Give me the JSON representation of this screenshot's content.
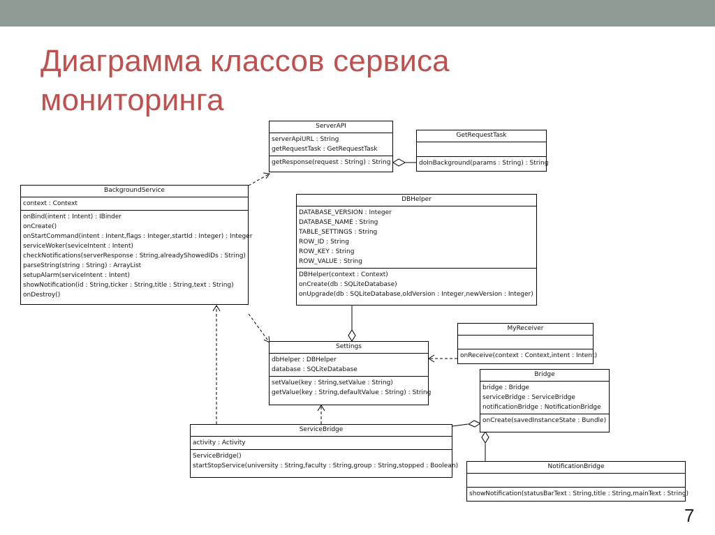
{
  "slide": {
    "title_line1": "Диаграмма классов сервиса",
    "title_line2": "мониторинга",
    "page_number": "7"
  },
  "classes": {
    "serverapi": {
      "name": "ServerAPI",
      "attributes": [
        "serverApiURL : String",
        "getRequestTask : GetRequestTask"
      ],
      "operations": [
        "getResponse(request : String) : String"
      ]
    },
    "getrequesttask": {
      "name": "GetRequestTask",
      "attributes": [],
      "operations": [
        "doInBackground(params : String) : String"
      ]
    },
    "backgroundservice": {
      "name": "BackgroundService",
      "attributes": [
        "context : Context"
      ],
      "operations": [
        "onBind(intent : Intent) : IBinder",
        "onCreate()",
        "onStartCommand(intent : Intent,flags : Integer,startId : Integer) : Integer",
        "serviceWoker(seviceIntent : Intent)",
        "checkNotifications(serverResponse : String,alreadyShowedIDs : String)",
        "parseString(string : String) : ArrayList",
        "setupAlarm(serviceIntent : Intent)",
        "showNotification(id : String,ticker : String,title : String,text : String)",
        "onDestroy()"
      ]
    },
    "dbhelper": {
      "name": "DBHelper",
      "attributes": [
        "DATABASE_VERSION : Integer",
        "DATABASE_NAME : String",
        "TABLE_SETTINGS : String",
        "ROW_ID : String",
        "ROW_KEY : String",
        "ROW_VALUE : String"
      ],
      "operations": [
        "DBHelper(context : Context)",
        "onCreate(db : SQLiteDatabase)",
        "onUpgrade(db : SQLiteDatabase,oldVersion : Integer,newVersion : Integer)"
      ]
    },
    "myreceiver": {
      "name": "MyReceiver",
      "attributes": [],
      "operations": [
        "onReceive(context : Context,intent : Intent)"
      ]
    },
    "settings": {
      "name": "Settings",
      "attributes": [
        "dbHelper : DBHelper",
        "database : SQLiteDatabase"
      ],
      "operations": [
        "setValue(key : String,setValue : String)",
        "getValue(key : String,defaultValue : String) : String"
      ]
    },
    "bridge": {
      "name": "Bridge",
      "attributes": [
        "bridge : Bridge",
        "serviceBridge : ServiceBridge",
        "notificationBridge : NotificationBridge"
      ],
      "operations": [
        "onCreate(savedInstanceState : Bundle)"
      ]
    },
    "servicebridge": {
      "name": "ServiceBridge",
      "attributes": [
        "activity : Activity"
      ],
      "operations": [
        "ServiceBridge()",
        "startStopService(university : String,faculty : String,group : String,stopped : Boolean)"
      ]
    },
    "notificationbridge": {
      "name": "NotificationBridge",
      "attributes": [],
      "operations": [
        "showNotification(statusBarText : String,title : String,mainText : String)"
      ]
    }
  }
}
